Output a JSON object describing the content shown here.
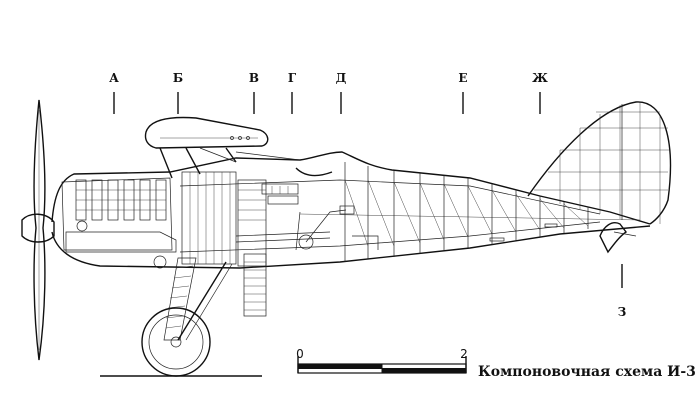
{
  "section_markers": [
    {
      "id": "a",
      "label": "А"
    },
    {
      "id": "b",
      "label": "Б"
    },
    {
      "id": "v",
      "label": "В"
    },
    {
      "id": "g",
      "label": "Г"
    },
    {
      "id": "d",
      "label": "Д"
    },
    {
      "id": "e",
      "label": "Е"
    },
    {
      "id": "zh",
      "label": "Ж"
    },
    {
      "id": "z",
      "label": "З"
    }
  ],
  "scale_bar": {
    "start_label": "0",
    "end_label": "2"
  },
  "caption": "Компоновочная схема И-3"
}
